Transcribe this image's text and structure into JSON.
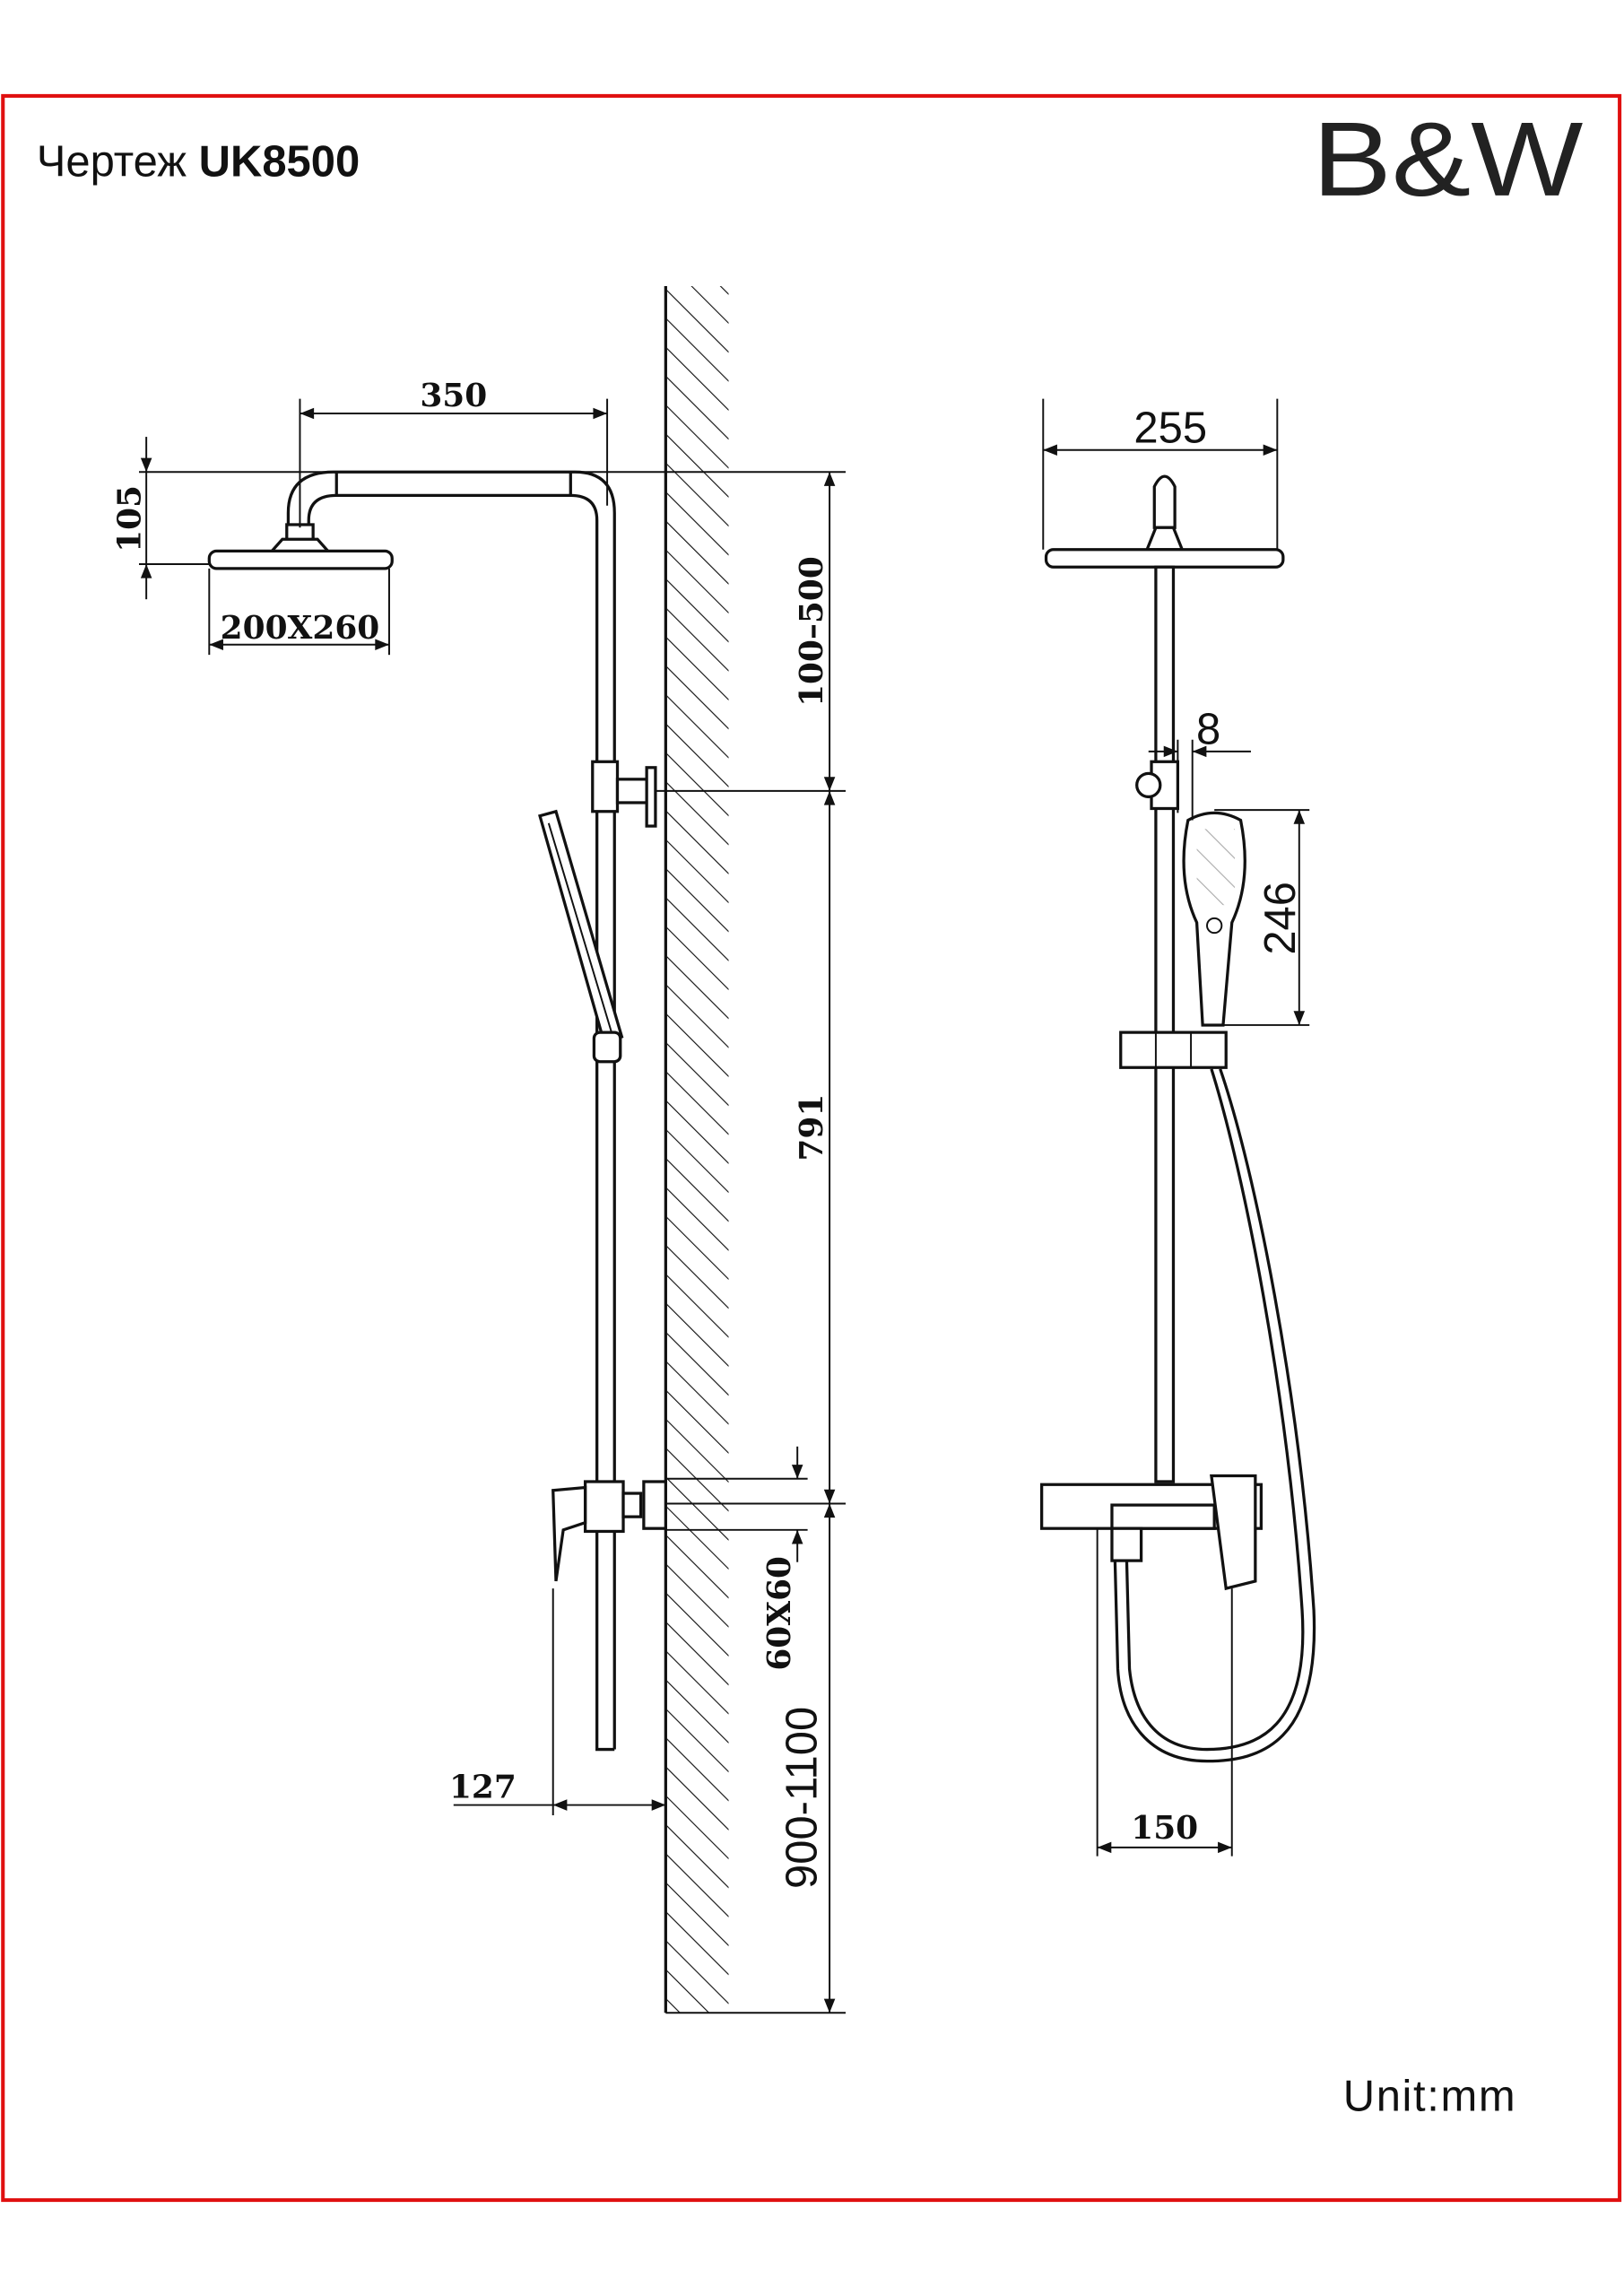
{
  "header": {
    "title_prefix": "Чертеж",
    "title_model": "UK8500",
    "logo": "B&W"
  },
  "colors": {
    "border": "#e01010",
    "line": "#111111"
  },
  "side_view": {
    "dims": {
      "arm_length": "350",
      "head_height": "105",
      "head_size": "200X260",
      "arm_adjust": "100–500",
      "rail_height": "791",
      "mixer_size": "60X60",
      "mount_height": "900-1100",
      "projection": "127"
    }
  },
  "front_view": {
    "dims": {
      "head_width": "255",
      "handshower_offset": "8",
      "handshower_length": "246",
      "mixer_centers": "150"
    }
  },
  "footer": {
    "unit": "Unit:mm"
  }
}
